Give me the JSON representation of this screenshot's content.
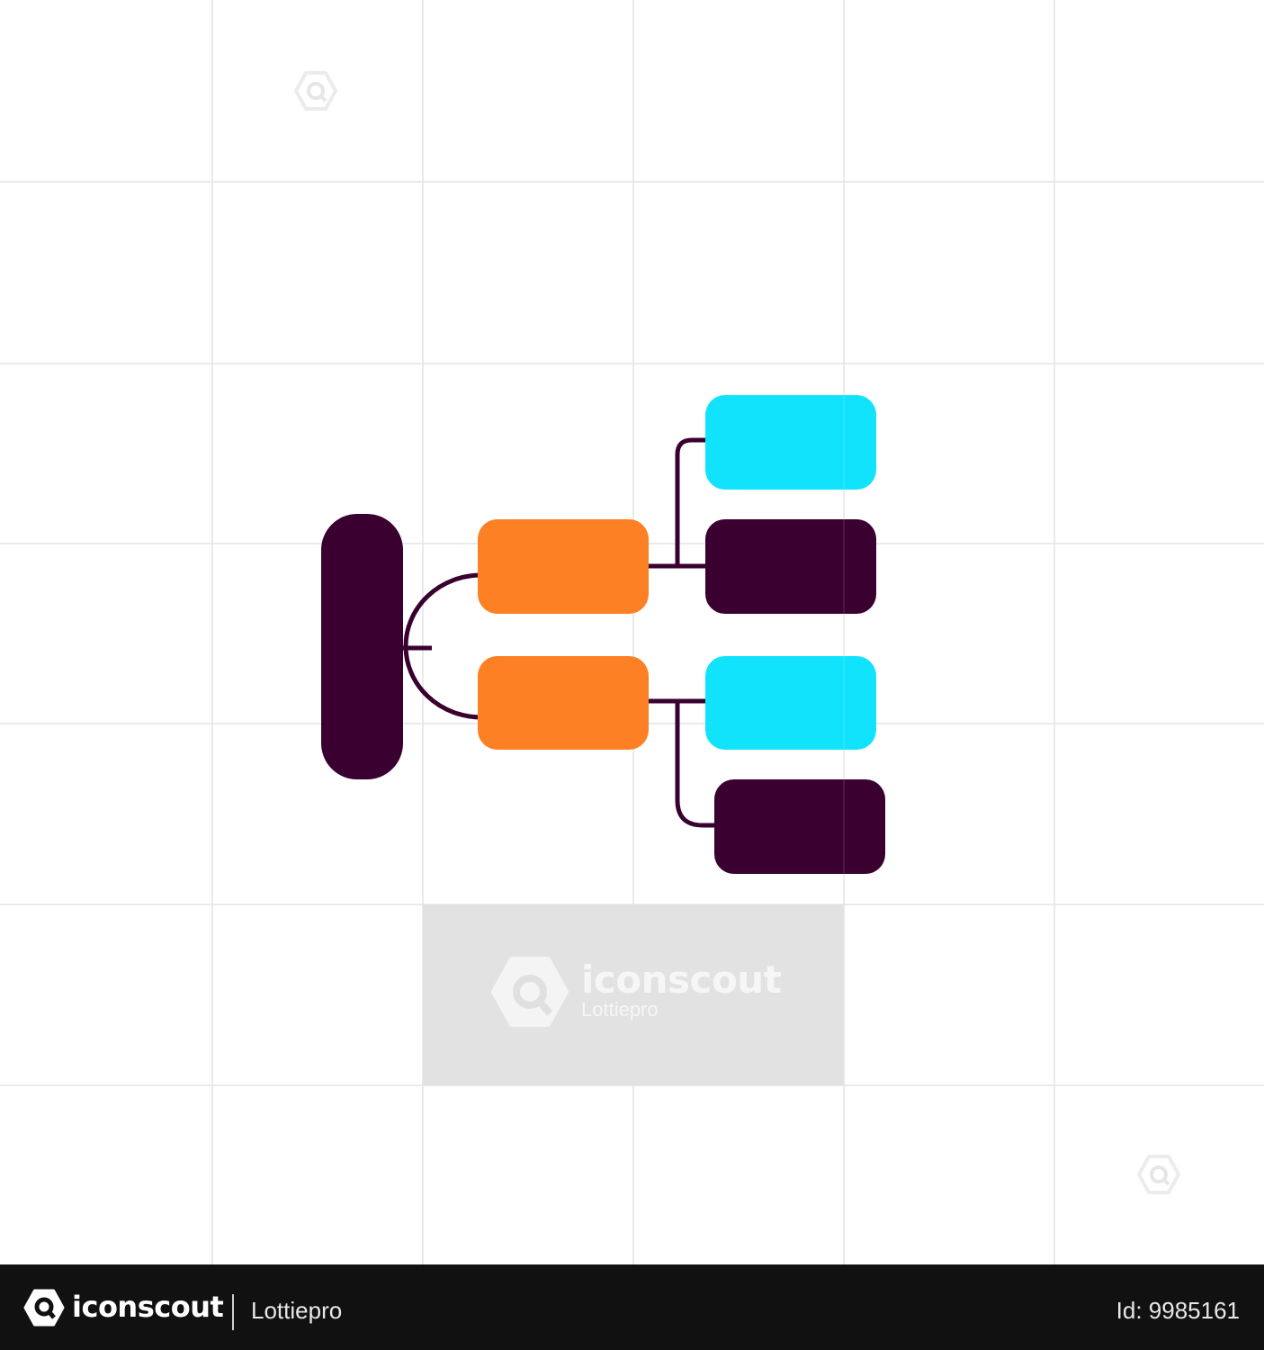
{
  "watermark": {
    "brand": "iconscout",
    "sub": "Lottiepro"
  },
  "footer": {
    "brand": "iconscout",
    "sub": "Lottiepro",
    "id_text": "Id: 9985161"
  },
  "colors": {
    "dark": "#3a0030",
    "orange": "#fe8024",
    "cyan": "#12e3fd",
    "grid": "#e4e4e4",
    "watermark_panel": "#e0e0e0"
  },
  "icons": [
    "iconscout-logo-icon",
    "watermark-hex-icon"
  ]
}
